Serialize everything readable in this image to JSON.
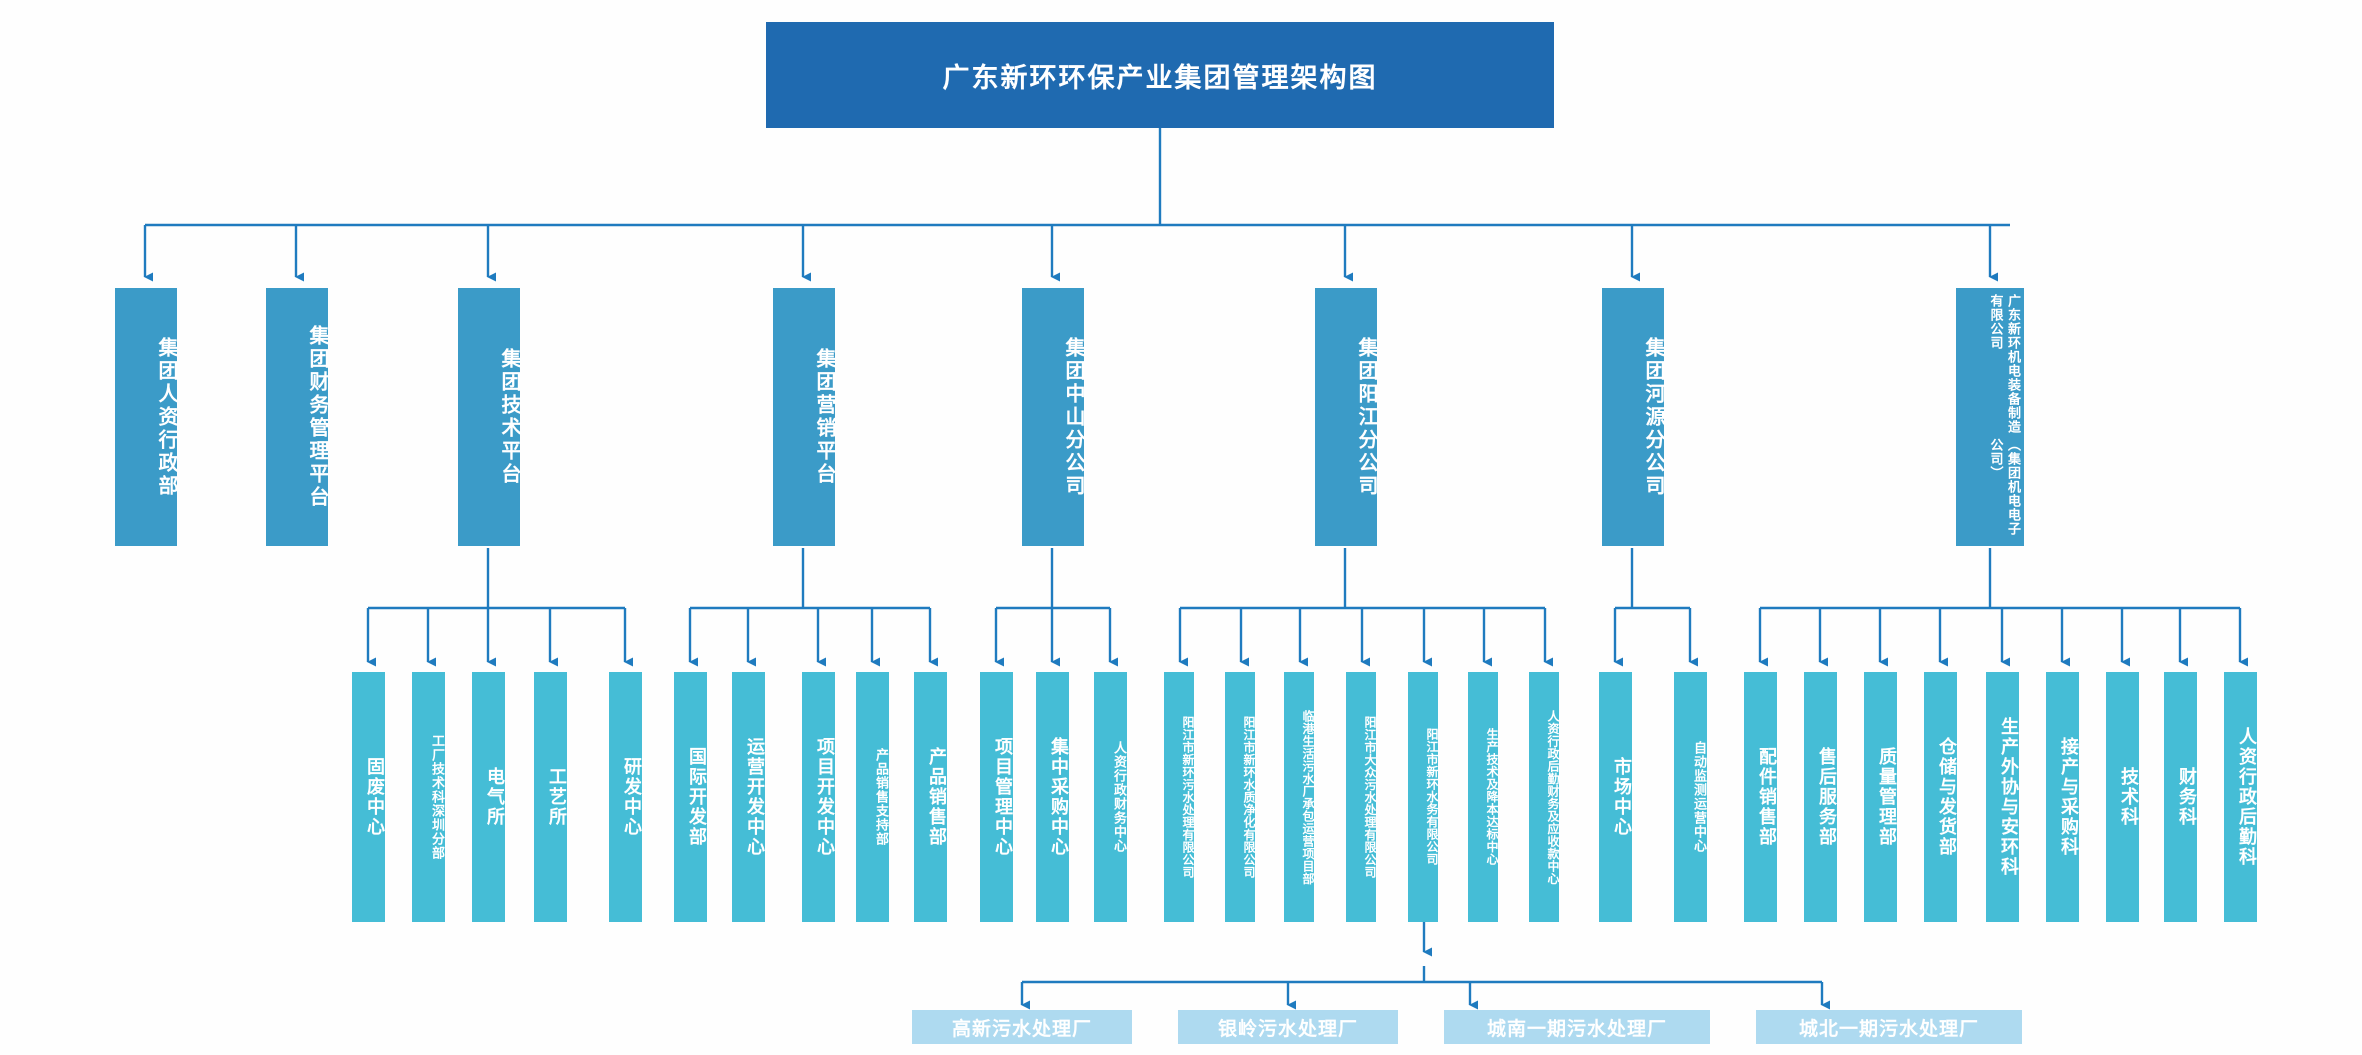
{
  "meta": {
    "accent_dark": "#1F6AB0",
    "accent_mid": "#3B9BC8",
    "accent_light": "#45BDD6",
    "accent_pale": "#AEDAF0",
    "line_color": "#1F7BBF",
    "background": "#FFFFFF"
  },
  "root": {
    "title": "广东新环环保产业集团管理架构图"
  },
  "level2": [
    {
      "label": "集团人资行政部"
    },
    {
      "label": "集团财务管理平台"
    },
    {
      "label": "集团技术平台"
    },
    {
      "label": "集团营销平台"
    },
    {
      "label": "集团中山分公司"
    },
    {
      "label": "集团阳江分公司"
    },
    {
      "label": "集团河源分公司"
    },
    {
      "label": "广东新环机电装备制造有限公司",
      "label2": "（集团机电电子公司）"
    }
  ],
  "level3": [
    {
      "label": "固废中心"
    },
    {
      "label": "工厂技术科深圳分部"
    },
    {
      "label": "电气所"
    },
    {
      "label": "工艺所"
    },
    {
      "label": "研发中心"
    },
    {
      "label": "国际开发部"
    },
    {
      "label": "运营开发中心"
    },
    {
      "label": "项目开发中心"
    },
    {
      "label": "产品销售支持部"
    },
    {
      "label": "产品销售部"
    },
    {
      "label": "项目管理中心"
    },
    {
      "label": "集中采购中心"
    },
    {
      "label": "人资行政财务中心"
    },
    {
      "label": "阳江市新环污水处理有限公司"
    },
    {
      "label": "阳江市新环水质净化有限公司"
    },
    {
      "label": "临港生活污水厂承包运营项目部"
    },
    {
      "label": "阳江市大众污水处理有限公司"
    },
    {
      "label": "阳江市新环水务有限公司"
    },
    {
      "label": "生产技术及降本达标中心"
    },
    {
      "label": "人资行政后勤财务及应收款中心"
    },
    {
      "label": "市场中心"
    },
    {
      "label": "自动监测运营中心"
    },
    {
      "label": "配件销售部"
    },
    {
      "label": "售后服务部"
    },
    {
      "label": "质量管理部"
    },
    {
      "label": "仓储与发货部"
    },
    {
      "label": "生产外协与安环科"
    },
    {
      "label": "接产与采购科"
    },
    {
      "label": "技术科"
    },
    {
      "label": "财务科"
    },
    {
      "label": "人资行政后勤科"
    }
  ],
  "level4": [
    {
      "label": "高新污水处理厂"
    },
    {
      "label": "银岭污水处理厂"
    },
    {
      "label": "城南一期污水处理厂"
    },
    {
      "label": "城北一期污水处理厂"
    }
  ]
}
